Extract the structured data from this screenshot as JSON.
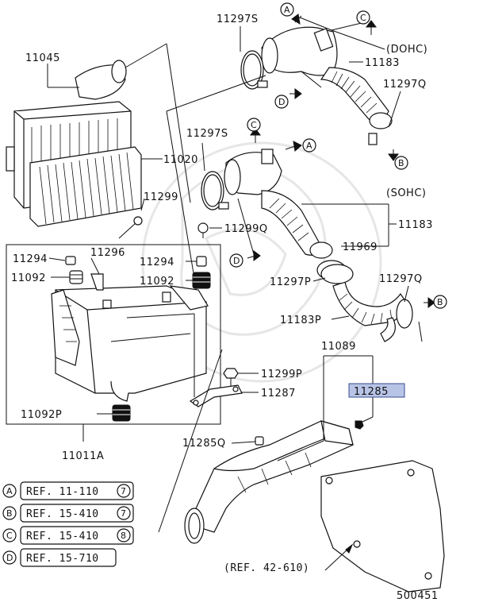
{
  "callouts": {
    "p11045": "11045",
    "p11297s_top": "11297S",
    "p11183_top": "11183",
    "p11297q_top": "11297Q",
    "p11020": "11020",
    "p11297s_mid": "11297S",
    "p11299": "11299",
    "p11299q": "11299Q",
    "p11969": "11969",
    "p11183_mid": "11183",
    "p11294_left": "11294",
    "p11296": "11296",
    "p11092_left": "11092",
    "p11294_right": "11294",
    "p11092_right": "11092",
    "p11297p": "11297P",
    "p11297q_mid": "11297Q",
    "p11183p": "11183P",
    "p11089": "11089",
    "p11299p": "11299P",
    "p11287": "11287",
    "p11285": "11285",
    "p11092p": "11092P",
    "p11285q": "11285Q",
    "p11011a": "11011A"
  },
  "variants": {
    "dohc": "(DOHC)",
    "sohc": "(SOHC)"
  },
  "letters": {
    "a": "A",
    "b": "B",
    "c": "C",
    "d": "D"
  },
  "references": [
    {
      "letter": "A",
      "text": "REF. 11-110",
      "suffix": "7"
    },
    {
      "letter": "B",
      "text": "REF. 15-410",
      "suffix": "7"
    },
    {
      "letter": "C",
      "text": "REF. 15-410",
      "suffix": "8"
    },
    {
      "letter": "D",
      "text": "REF. 15-710",
      "suffix": ""
    }
  ],
  "ref_body": "(REF. 42-610)",
  "diagram_number": "500451",
  "colors": {
    "highlight_fill": "#b8c4e6",
    "highlight_border": "#3a4d8f",
    "ink": "#111111"
  }
}
